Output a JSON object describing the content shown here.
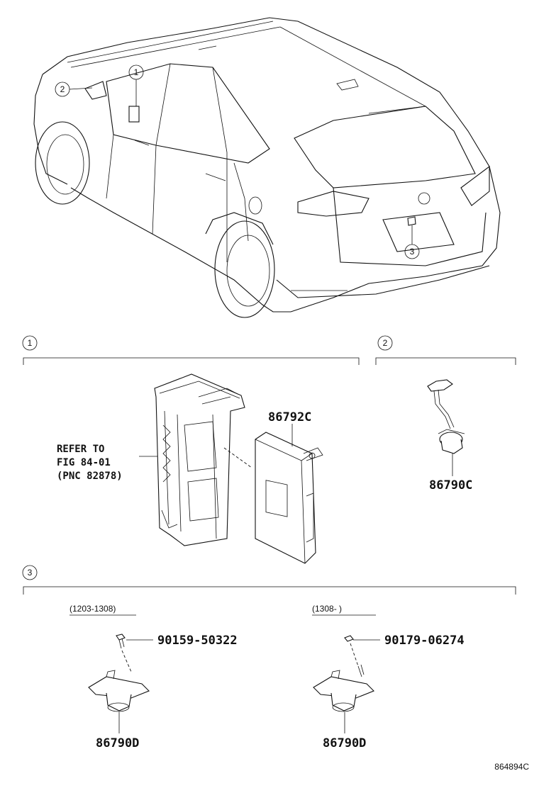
{
  "callouts": [
    "1",
    "2",
    "3"
  ],
  "sections": [
    {
      "id": "1"
    },
    {
      "id": "2"
    },
    {
      "id": "3"
    }
  ],
  "section1": {
    "refer_note": [
      "REFER TO",
      "FIG 84-01",
      "(PNC 82878)"
    ],
    "ecu_part": "86792C"
  },
  "section2": {
    "part": "86790C"
  },
  "section3": {
    "left": {
      "date_range": "(1203-1308)",
      "bolt_part": "90159-50322",
      "camera_part": "86790D"
    },
    "right": {
      "date_range": "(1308-       )",
      "bolt_part": "90179-06274",
      "camera_part": "86790D"
    }
  },
  "figure_id": "864894C"
}
